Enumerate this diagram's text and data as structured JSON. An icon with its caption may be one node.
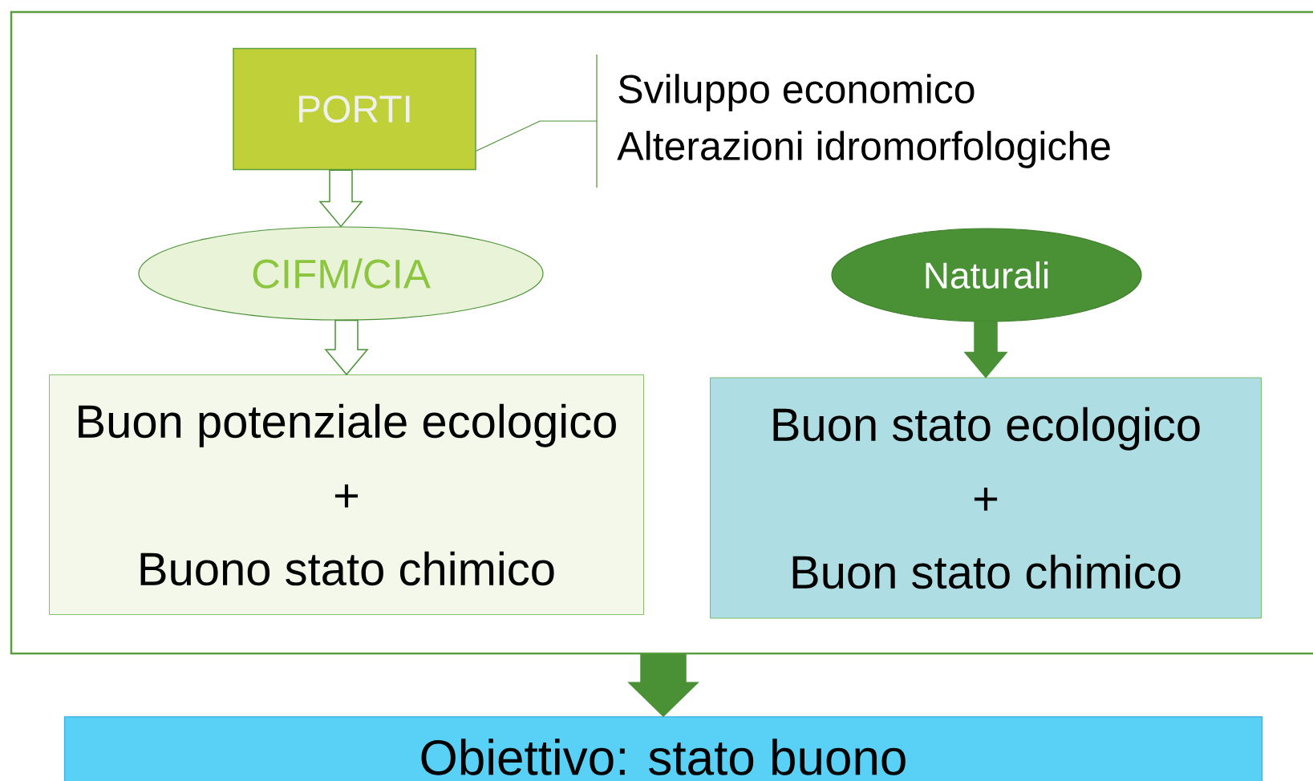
{
  "diagram": {
    "nodes": [
      {
        "text": [],
        "shape": "box"
      },
      {
        "text": [
          "PORTI"
        ],
        "in": 0
      },
      {
        "text": [
          "Sviluppo economico",
          "Alterazioni idromorfologiche"
        ],
        "in": 0
      },
      {
        "text": [
          "CIFM/CIA"
        ],
        "in": 0
      },
      {
        "text": [
          "Naturali"
        ],
        "in": 0
      },
      {
        "text": [
          "Buon potenziale ecologico",
          "+",
          "Buono stato chimico"
        ],
        "in": 0
      },
      {
        "text": [
          "Buon stato ecologico",
          "+",
          "Buon stato chimico"
        ],
        "in": 0
      },
      {
        "text": [
          "Obiettivo: stato buono"
        ]
      }
    ],
    "edges": [
      {
        "from": 1,
        "to": 2,
        "arrow": "none"
      },
      {
        "from": 1,
        "to": 3,
        "arrow": "to",
        "color": "#ffffff"
      },
      {
        "from": 3,
        "to": 5,
        "arrow": "to",
        "color": "#ffffff"
      },
      {
        "from": 4,
        "to": 6,
        "arrow": "to"
      },
      {
        "from": 0,
        "to": 7,
        "arrow": "to"
      }
    ]
  }
}
